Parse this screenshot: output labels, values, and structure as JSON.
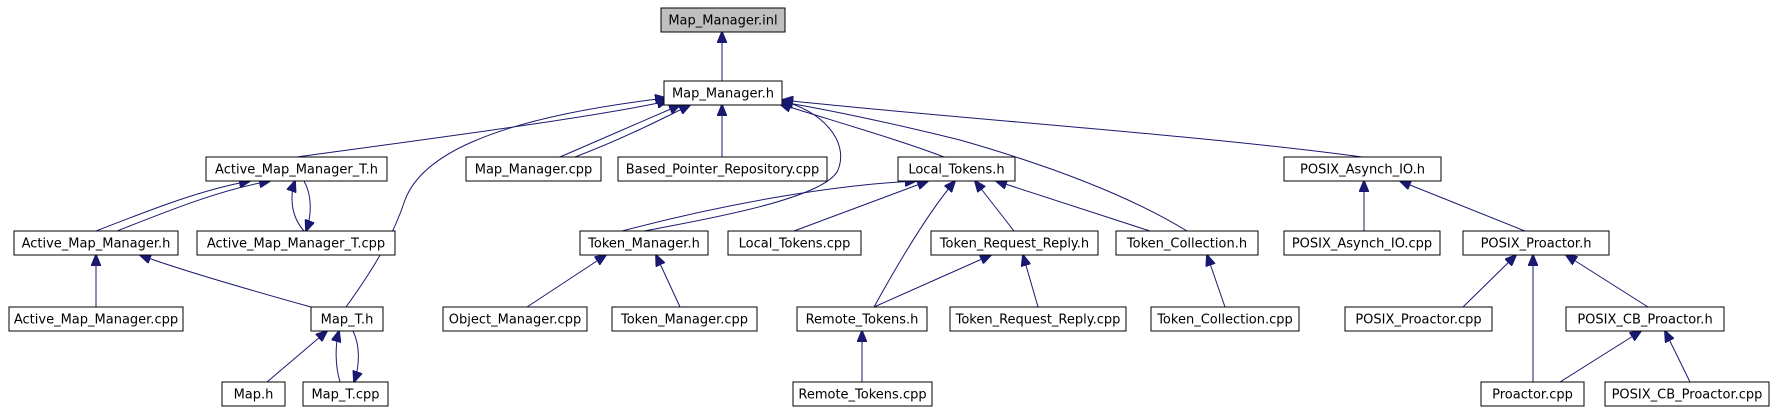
{
  "graph": {
    "root": "Map_Manager.inl",
    "nodes": [
      {
        "id": "map_manager_inl",
        "label": "Map_Manager.inl"
      },
      {
        "id": "map_manager_h",
        "label": "Map_Manager.h"
      },
      {
        "id": "active_map_manager_t_h",
        "label": "Active_Map_Manager_T.h"
      },
      {
        "id": "map_manager_cpp",
        "label": "Map_Manager.cpp"
      },
      {
        "id": "based_pointer_repository_cpp",
        "label": "Based_Pointer_Repository.cpp"
      },
      {
        "id": "local_tokens_h",
        "label": "Local_Tokens.h"
      },
      {
        "id": "posix_asynch_io_h",
        "label": "POSIX_Asynch_IO.h"
      },
      {
        "id": "active_map_manager_h",
        "label": "Active_Map_Manager.h"
      },
      {
        "id": "active_map_manager_t_cpp",
        "label": "Active_Map_Manager_T.cpp"
      },
      {
        "id": "token_manager_h",
        "label": "Token_Manager.h"
      },
      {
        "id": "local_tokens_cpp",
        "label": "Local_Tokens.cpp"
      },
      {
        "id": "token_request_reply_h",
        "label": "Token_Request_Reply.h"
      },
      {
        "id": "token_collection_h",
        "label": "Token_Collection.h"
      },
      {
        "id": "posix_asynch_io_cpp",
        "label": "POSIX_Asynch_IO.cpp"
      },
      {
        "id": "posix_proactor_h",
        "label": "POSIX_Proactor.h"
      },
      {
        "id": "active_map_manager_cpp",
        "label": "Active_Map_Manager.cpp"
      },
      {
        "id": "map_t_h",
        "label": "Map_T.h"
      },
      {
        "id": "object_manager_cpp",
        "label": "Object_Manager.cpp"
      },
      {
        "id": "token_manager_cpp",
        "label": "Token_Manager.cpp"
      },
      {
        "id": "remote_tokens_h",
        "label": "Remote_Tokens.h"
      },
      {
        "id": "token_request_reply_cpp",
        "label": "Token_Request_Reply.cpp"
      },
      {
        "id": "token_collection_cpp",
        "label": "Token_Collection.cpp"
      },
      {
        "id": "posix_proactor_cpp",
        "label": "POSIX_Proactor.cpp"
      },
      {
        "id": "posix_cb_proactor_h",
        "label": "POSIX_CB_Proactor.h"
      },
      {
        "id": "map_h",
        "label": "Map.h"
      },
      {
        "id": "map_t_cpp",
        "label": "Map_T.cpp"
      },
      {
        "id": "remote_tokens_cpp",
        "label": "Remote_Tokens.cpp"
      },
      {
        "id": "proactor_cpp",
        "label": "Proactor.cpp"
      },
      {
        "id": "posix_cb_proactor_cpp",
        "label": "POSIX_CB_Proactor.cpp"
      }
    ],
    "edges": [
      {
        "from": "map_manager_h",
        "to": "map_manager_inl"
      },
      {
        "from": "active_map_manager_t_h",
        "to": "map_manager_h"
      },
      {
        "from": "map_t_h",
        "to": "map_manager_h"
      },
      {
        "from": "map_manager_cpp",
        "to": "map_manager_h"
      },
      {
        "from": "map_manager_cpp",
        "to": "map_manager_h"
      },
      {
        "from": "based_pointer_repository_cpp",
        "to": "map_manager_h"
      },
      {
        "from": "token_manager_h",
        "to": "map_manager_h"
      },
      {
        "from": "local_tokens_h",
        "to": "map_manager_h"
      },
      {
        "from": "token_collection_h",
        "to": "map_manager_h"
      },
      {
        "from": "posix_asynch_io_h",
        "to": "map_manager_h"
      },
      {
        "from": "active_map_manager_h",
        "to": "active_map_manager_t_h"
      },
      {
        "from": "active_map_manager_t_h",
        "to": "active_map_manager_h"
      },
      {
        "from": "active_map_manager_t_cpp",
        "to": "active_map_manager_t_h"
      },
      {
        "from": "active_map_manager_t_h",
        "to": "active_map_manager_t_cpp"
      },
      {
        "from": "active_map_manager_cpp",
        "to": "active_map_manager_h"
      },
      {
        "from": "map_t_h",
        "to": "active_map_manager_h"
      },
      {
        "from": "map_h",
        "to": "map_t_h"
      },
      {
        "from": "map_t_cpp",
        "to": "map_t_h"
      },
      {
        "from": "map_t_h",
        "to": "map_t_cpp"
      },
      {
        "from": "token_manager_h",
        "to": "local_tokens_h"
      },
      {
        "from": "local_tokens_cpp",
        "to": "local_tokens_h"
      },
      {
        "from": "token_request_reply_h",
        "to": "local_tokens_h"
      },
      {
        "from": "token_collection_h",
        "to": "local_tokens_h"
      },
      {
        "from": "remote_tokens_h",
        "to": "local_tokens_h"
      },
      {
        "from": "object_manager_cpp",
        "to": "token_manager_h"
      },
      {
        "from": "token_manager_cpp",
        "to": "token_manager_h"
      },
      {
        "from": "remote_tokens_h",
        "to": "token_request_reply_h"
      },
      {
        "from": "token_request_reply_cpp",
        "to": "token_request_reply_h"
      },
      {
        "from": "token_collection_cpp",
        "to": "token_collection_h"
      },
      {
        "from": "remote_tokens_cpp",
        "to": "remote_tokens_h"
      },
      {
        "from": "posix_asynch_io_cpp",
        "to": "posix_asynch_io_h"
      },
      {
        "from": "posix_proactor_h",
        "to": "posix_asynch_io_h"
      },
      {
        "from": "posix_proactor_cpp",
        "to": "posix_proactor_h"
      },
      {
        "from": "proactor_cpp",
        "to": "posix_proactor_h"
      },
      {
        "from": "posix_cb_proactor_h",
        "to": "posix_proactor_h"
      },
      {
        "from": "proactor_cpp",
        "to": "posix_cb_proactor_h"
      },
      {
        "from": "posix_cb_proactor_cpp",
        "to": "posix_cb_proactor_h"
      }
    ]
  },
  "colors": {
    "edge": "#191970",
    "root_fill": "#bfbfbf",
    "node_fill": "#ffffff",
    "node_border": "#000000"
  }
}
